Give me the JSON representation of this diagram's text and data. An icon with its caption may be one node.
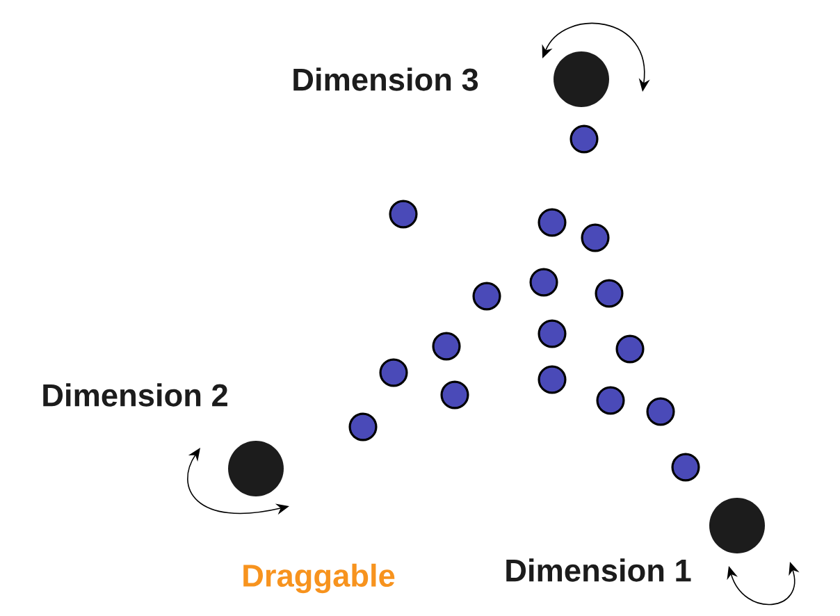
{
  "diagram": {
    "nodes": [
      {
        "text": [],
        "shape": "circle",
        "beside": [
          "Dimension 3"
        ]
      },
      {
        "text": [],
        "shape": "circle"
      },
      {
        "text": [],
        "shape": "circle"
      },
      {
        "text": [],
        "shape": "circle"
      },
      {
        "text": [],
        "shape": "circle"
      },
      {
        "text": [],
        "shape": "circle"
      },
      {
        "text": [],
        "shape": "circle"
      },
      {
        "text": [],
        "shape": "circle"
      },
      {
        "text": [],
        "shape": "circle"
      },
      {
        "text": [],
        "shape": "circle"
      },
      {
        "text": [],
        "shape": "circle"
      },
      {
        "text": [],
        "shape": "circle"
      },
      {
        "text": [],
        "shape": "circle"
      },
      {
        "text": [],
        "shape": "circle"
      },
      {
        "text": [],
        "shape": "circle"
      },
      {
        "text": [],
        "shape": "circle"
      },
      {
        "text": [],
        "shape": "circle"
      },
      {
        "text": [],
        "shape": "circle"
      },
      {
        "text": [],
        "shape": "circle",
        "beside": [
          "Dimension 2"
        ]
      },
      {
        "text": [],
        "shape": "circle",
        "beside": [
          "Dimension 1"
        ]
      }
    ],
    "labels": [
      "Draggable"
    ]
  }
}
